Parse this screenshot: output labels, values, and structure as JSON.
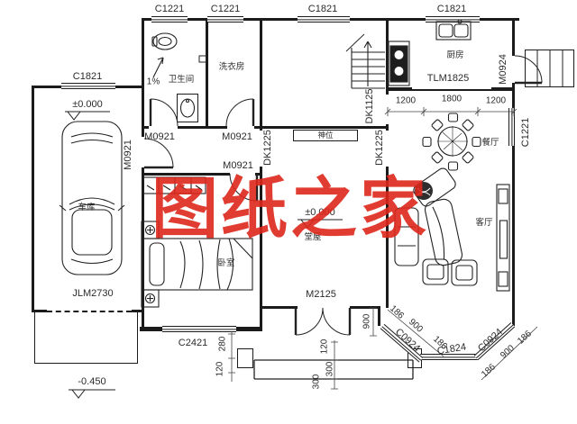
{
  "watermark": {
    "text": "图纸之家",
    "color": "#de271b"
  },
  "rooms": {
    "garage": "车库",
    "bathroom": "卫生间",
    "laundry": "洗衣房",
    "kitchen": "厨房",
    "dining": "餐厅",
    "living": "客厅",
    "bedroom": "卧室",
    "hall": "堂屋",
    "shrine": "神位"
  },
  "openings": {
    "c1221": "C1221",
    "c1821": "C1821",
    "c2421": "C2421",
    "c1824": "C1824",
    "c0924": "C0924",
    "m0921": "M0921",
    "m0924": "M0924",
    "m2125": "M2125",
    "tlm1825": "TLM1825",
    "jlm2730": "JLM2730",
    "dk1125": "DK1125",
    "dk1225": "DK1225"
  },
  "levels": {
    "ground": "±0.000",
    "outdoor": "-0.450"
  },
  "slope": "1%",
  "dims": {
    "d1200": "1200",
    "d1800": "1800",
    "d900": "900",
    "d300": "300",
    "d280": "280",
    "d186": "186",
    "d120": "120"
  }
}
